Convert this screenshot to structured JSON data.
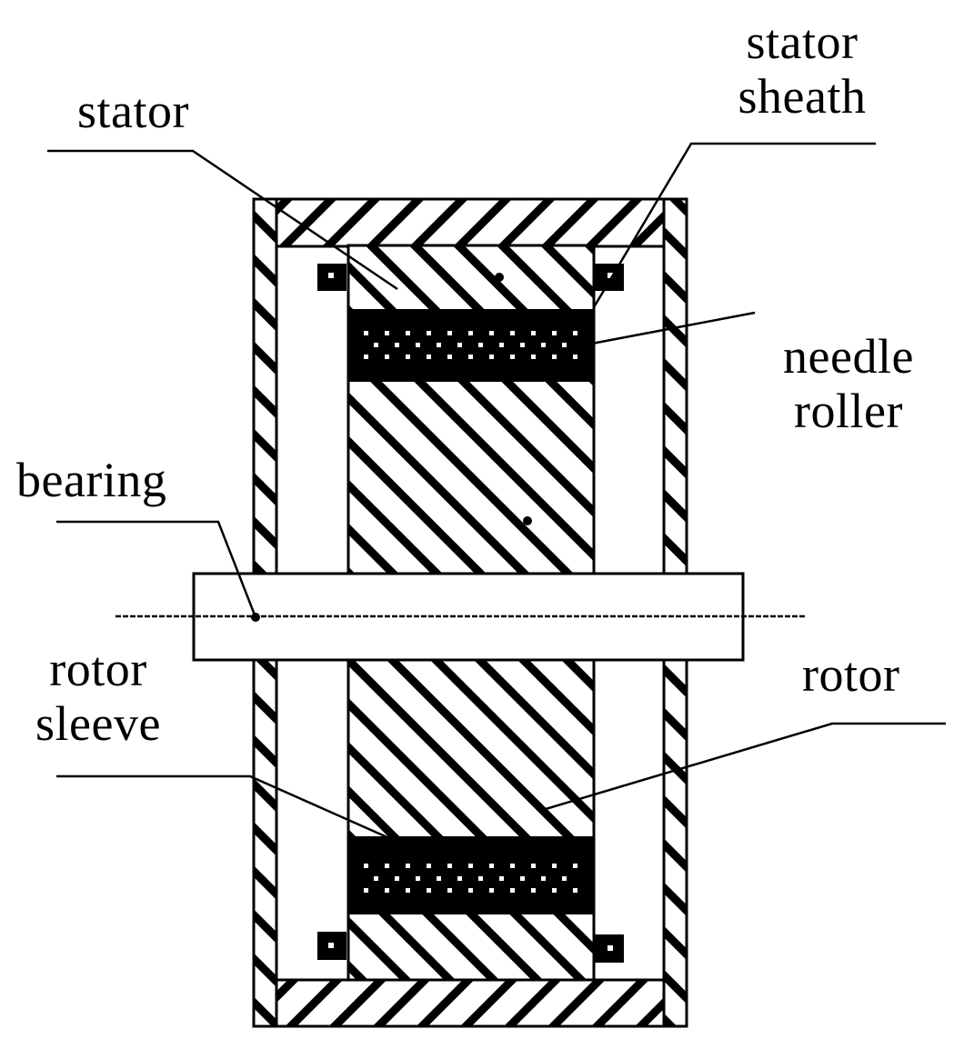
{
  "labels": {
    "stator": "stator",
    "stator_sheath": [
      "stator",
      "sheath"
    ],
    "needle_roller": [
      "needle",
      "roller"
    ],
    "bearing": "bearing",
    "rotor_sleeve": [
      "rotor",
      "sleeve"
    ],
    "rotor": "rotor"
  },
  "colors": {
    "ink": "#000000",
    "background": "#ffffff",
    "hatch": "#000000"
  }
}
